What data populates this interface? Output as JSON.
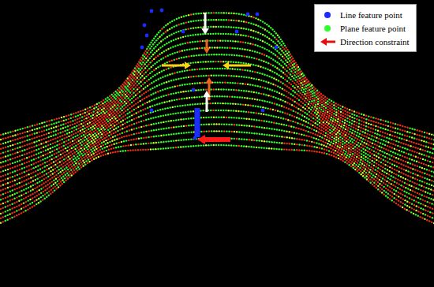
{
  "diagram": {
    "legend": [
      {
        "text": "Line feature point",
        "color": "#1a2cff"
      },
      {
        "text": "Plane feature point",
        "color": "#2cff2c"
      },
      {
        "text": "Direction constraint"
      }
    ]
  }
}
